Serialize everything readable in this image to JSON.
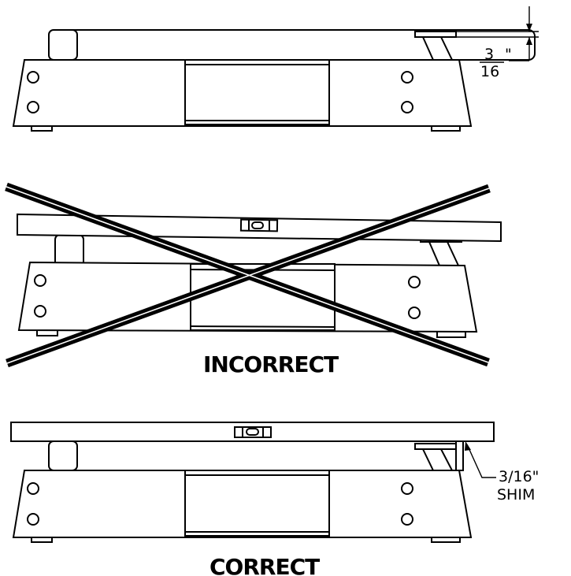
{
  "labels": {
    "dim_numerator": "3",
    "dim_inch_mark": "\"",
    "dim_denominator": "16",
    "incorrect": "INCORRECT",
    "correct": "CORRECT",
    "shim_size": "3/16\"",
    "shim_word": "SHIM"
  }
}
